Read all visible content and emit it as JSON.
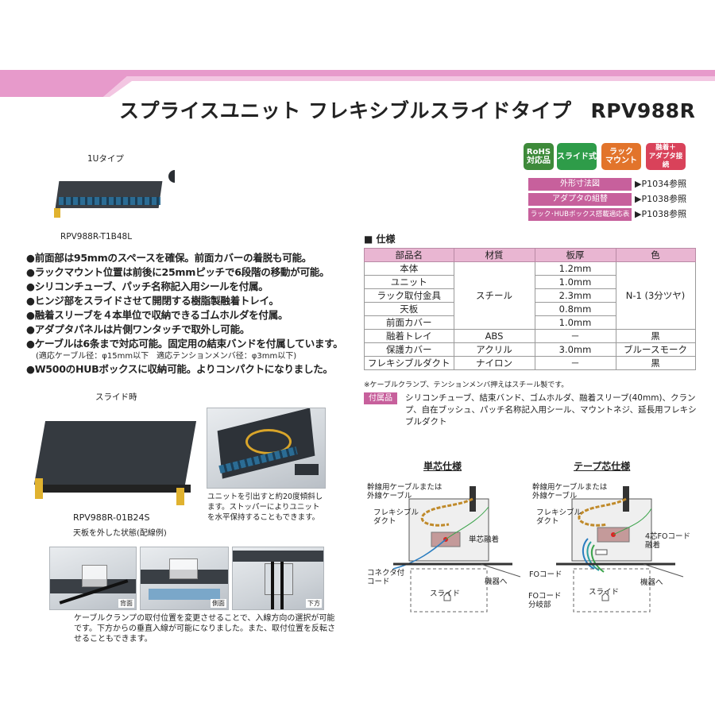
{
  "header": {
    "title": "スプライスユニット フレキシブルスライドタイプ",
    "model": "RPV988R",
    "band_color": "#e79acb"
  },
  "photos": {
    "top_label": "1Uタイプ",
    "top_caption": "RPV988R-T1B48L",
    "slide_label": "スライド時",
    "slide_caption": "RPV988R-01B24S",
    "slide_subcaption": "天板を外した状態(配線例)",
    "tilt_note": "ユニットを引出すと約20度傾斜します。ストッパーによりユニットを水平保持することもできます。",
    "clamp_tags": [
      "背面",
      "側面",
      "下方"
    ],
    "clamp_note": "ケーブルクランプの取付位置を変更させることで、入線方向の選択が可能です。下方からの垂直入線が可能になりました。また、取付位置を反転させることもできます。"
  },
  "features": [
    "●前面部は95mmのスペースを確保。前面カバーの着脱も可能。",
    "●ラックマウント位置は前後に25mmピッチで6段階の移動が可能。",
    "●シリコンチューブ、パッチ名称記入用シールを付属。",
    "●ヒンジ部をスライドさせて開閉する樹脂製融着トレイ。",
    "●融着スリーブを４本単位で収納できるゴムホルダを付属。",
    "●アダプタパネルは片側ワンタッチで取外し可能。",
    "●ケーブルは6条まで対応可能。固定用の結束バンドを付属しています。",
    "(適応ケーブル径：φ15mm以下　適応テンションメンバ径：φ3mm以下)",
    "●W500のHUBボックスに収納可能。よりコンパクトになりました。"
  ],
  "badges": [
    {
      "text": "RoHS\n対応品",
      "color": "#3e8a3a"
    },
    {
      "text": "スライド式",
      "color": "#2e9c49"
    },
    {
      "text": "ラック\nマウント",
      "color": "#e2742b"
    },
    {
      "text": "融着＋\nアダプタ接続",
      "color": "#d9425a"
    }
  ],
  "references": [
    {
      "label": "外形寸法図",
      "page": "▶P1034参照"
    },
    {
      "label": "アダプタの組替",
      "page": "▶P1038参照"
    },
    {
      "label": "ラック･HUBボックス搭載適応表",
      "page": "▶P1038参照"
    }
  ],
  "spec": {
    "heading": "■ 仕様",
    "columns": [
      "部品名",
      "材質",
      "板厚",
      "色"
    ],
    "rows": [
      {
        "part": "本体",
        "thickness": "1.2mm"
      },
      {
        "part": "ユニット",
        "thickness": "1.0mm"
      },
      {
        "part": "ラック取付金具",
        "thickness": "2.3mm"
      },
      {
        "part": "天板",
        "thickness": "0.8mm"
      },
      {
        "part": "前面カバー",
        "thickness": "1.0mm"
      },
      {
        "part": "融着トレイ",
        "material": "ABS",
        "thickness": "－",
        "color": "黒"
      },
      {
        "part": "保護カバー",
        "material": "アクリル",
        "thickness": "3.0mm",
        "color": "ブルースモーク"
      },
      {
        "part": "フレキシブルダクト",
        "material": "ナイロン",
        "thickness": "－",
        "color": "黒"
      }
    ],
    "steel_material": "スチール",
    "steel_color": "N-1 (3分ツヤ)",
    "note": "※ケーブルクランプ、テンションメンバ押えはスチール製です。",
    "accessory_label": "付属品",
    "accessories": "シリコンチューブ、結束バンド、ゴムホルダ、融着スリーブ(40mm)、クランプ、自在ブッシュ、パッチ名称記入用シール、マウントネジ、延長用フレキシブルダクト"
  },
  "diagrams": {
    "single": {
      "title": "単芯仕様",
      "trunk": "幹線用ケーブルまたは\n外線ケーブル",
      "duct": "フレキシブル\nダクト",
      "fusion": "単芯融着",
      "connector": "コネクタ付\nコード",
      "slide": "スライド",
      "equipment": "機器へ"
    },
    "tape": {
      "title": "テープ芯仕様",
      "trunk": "幹線用ケーブルまたは\n外線ケーブル",
      "duct": "フレキシブル\nダクト",
      "fusion": "4芯FOコード\n融着",
      "fo_cord": "FOコード",
      "branch": "FOコード\n分岐部",
      "slide": "スライド",
      "equipment": "機器へ"
    }
  }
}
